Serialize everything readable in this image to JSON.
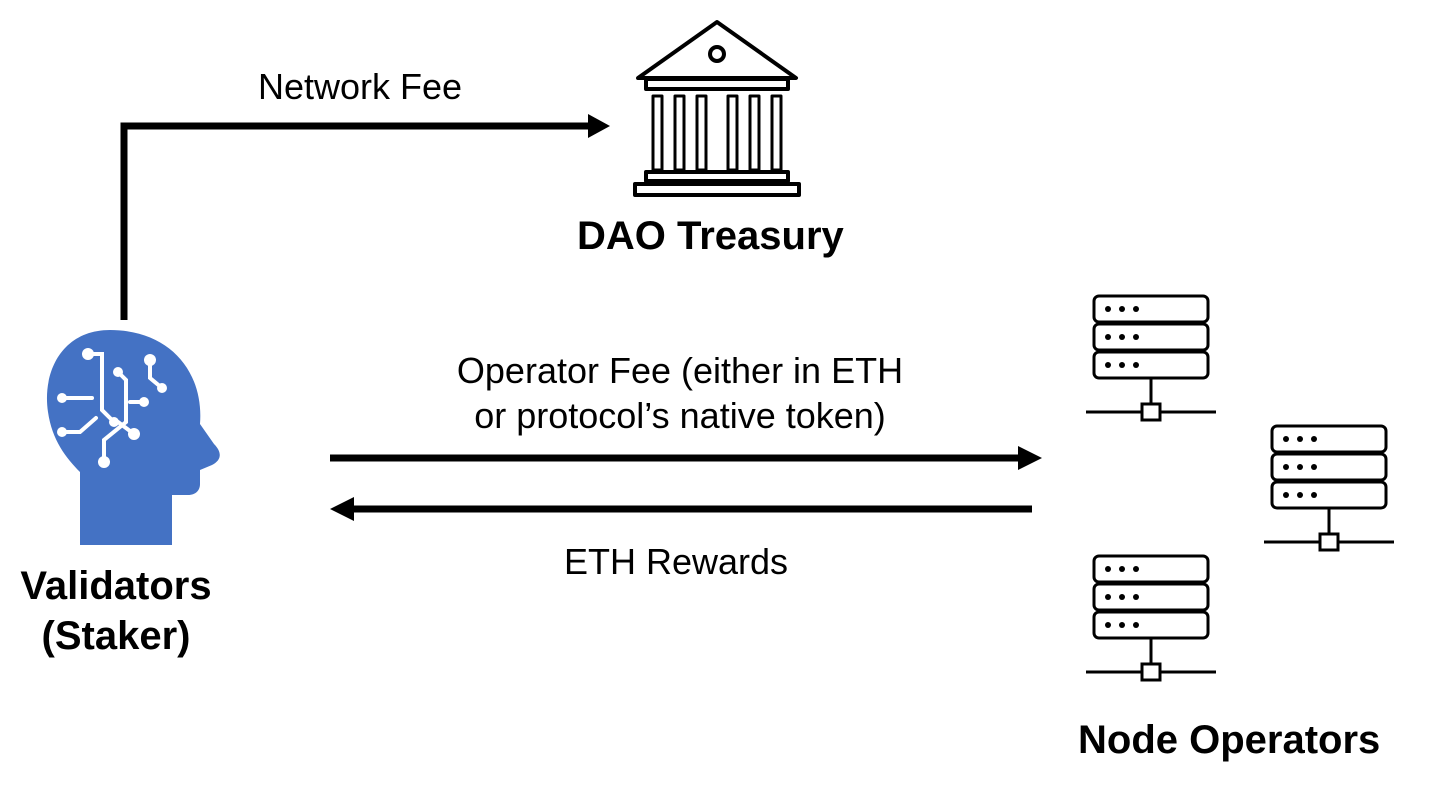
{
  "colors": {
    "ink": "#000000",
    "accent_blue": "#4472C4",
    "background": "#ffffff"
  },
  "nodes": {
    "treasury": {
      "label": "DAO Treasury",
      "icon": "bank-building-icon"
    },
    "validators": {
      "label_line1": "Validators",
      "label_line2": "(Staker)",
      "icon": "ai-head-circuit-icon"
    },
    "operators": {
      "label": "Node Operators",
      "icon": "server-rack-icon"
    }
  },
  "edges": {
    "network_fee": {
      "label": "Network Fee",
      "from": "validators",
      "to": "treasury"
    },
    "operator_fee": {
      "label_line1": "Operator Fee (either in ETH",
      "label_line2": "or protocol’s native token)",
      "from": "validators",
      "to": "operators"
    },
    "eth_rewards": {
      "label": "ETH Rewards",
      "from": "operators",
      "to": "validators"
    }
  }
}
